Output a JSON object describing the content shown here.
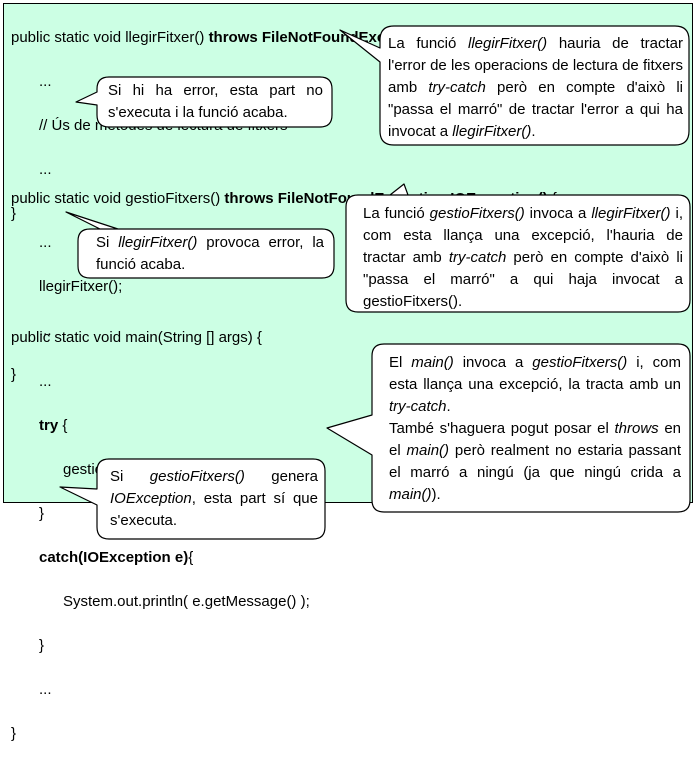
{
  "colors": {
    "panel_fill": "#ccffe4",
    "bubble_fill": "#ffffff",
    "border": "#000000"
  },
  "code": {
    "sig1_plain": "public static void llegirFitxer() ",
    "sig1_bold": "throws FileNotFoundException, IOException",
    "sig1_tail": " {",
    "dots": "...",
    "comment": "// Ús de mètodes de lectura de fitxers",
    "close": "}",
    "sig2_plain": "public static void gestioFitxers() ",
    "sig2_bold": "throws FileNotFoundException IOException()",
    "sig2_tail": " {",
    "call_llegir": "llegirFitxer();",
    "sig3": "public static void main(String [] args) {",
    "try_kw": "try",
    "try_tail": " {",
    "call_gestio": "gestioFitxers();",
    "catch_kw": "catch(IOException e)",
    "catch_tail": "{",
    "println": "System.out.println( e.getMessage() );"
  },
  "bubbles": {
    "b1": {
      "t1": "La funció ",
      "i1": "llegirFitxer()",
      "t2": " hauria de tractar l'error de les operacions de lectura de fitxers amb ",
      "i2": "try-catch",
      "t3": " però en compte d'això li \"passa el marró\" de tractar l'error a qui ha invocat a ",
      "i3": "llegirFitxer()",
      "t4": "."
    },
    "b2": {
      "t1": "Si hi ha error, esta part no s'executa i la funció acaba."
    },
    "b3": {
      "t1": "La funció ",
      "i1": "gestioFitxers()",
      "t2": " invoca a ",
      "i2": "llegirFitxer()",
      "t3": " i, com esta llança una excepció, l'hauria de tractar amb ",
      "i3": "try-catch",
      "t4": " però en compte d'això li \"passa el marró\" a qui haja invocat a gestioFitxers()."
    },
    "b4": {
      "t1": "Si ",
      "i1": "llegirFitxer()",
      "t2": " provoca error, la funció acaba."
    },
    "b5": {
      "t1": "El ",
      "i1": "main()",
      "t2": " invoca a ",
      "i2": "gestioFitxers()",
      "t3": " i, com esta llança una excepció, la tracta amb un ",
      "i3": "try-catch",
      "t4": ".",
      "t5": "També s'haguera pogut posar el ",
      "i4": "throws",
      "t6": " en el ",
      "i5": "main()",
      "t7": " però realment no estaria passant el marró a ningú (ja que ningú crida a ",
      "i6": "main()",
      "t8": ")."
    },
    "b6": {
      "t1": "Si ",
      "i1": "gestioFitxers()",
      "t2": " genera ",
      "i2": "IOException",
      "t3": ", esta part sí que s'executa."
    }
  }
}
